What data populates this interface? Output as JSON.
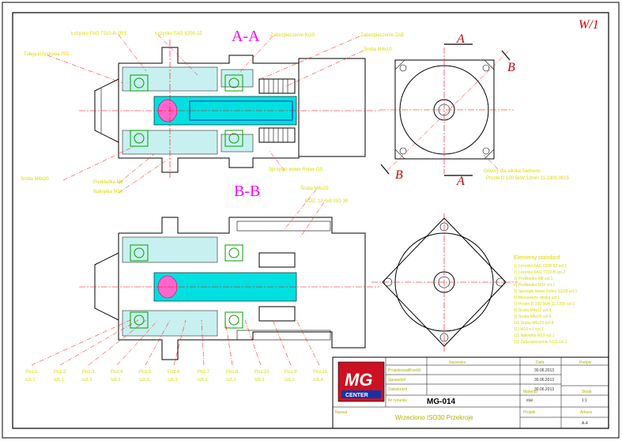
{
  "sheet": {
    "revision_mark": "W/1",
    "section_a": "A-A",
    "section_b": "B-B",
    "cut_mark_a": "A",
    "cut_mark_b": "B"
  },
  "leaders": [
    "Łożysko FAG 7210-B-2RS",
    "Łożysko FAG 6208-2Z",
    "Zabezpieczenie KGS",
    "Zabezpieczenie ZAE",
    "Śruba M4x10",
    "Tuleja łożyskowa ISO",
    "Śruba M6x20",
    "Podkładka M8",
    "Nakrętka M10",
    "Sprzęgło kłowe Rotex GS",
    "Śruba M6x25",
    "ROZ. 12 6x8 ISO 30"
  ],
  "plate_note": "Otwory dla silnika Siemens Proste D 100 5kW 12mm 11.1300.0015",
  "parts_list": {
    "title": "Elementy standard",
    "items": [
      "1) Łożysko FAG 6208 2Z szt.1",
      "2) Łożysko FAG 7210-B szt.2",
      "3) Podkładka M8 szt.1",
      "4) Podkładka M10 szt.1",
      "5) Sprzęgło kłowe Rotex GS28 szt.1",
      "6) Mocowanie silnika szt.1",
      "7) Proste D 100 5kW 11.1300 szt.1",
      "8) Śruba M4x10 szt.4",
      "9) Śruba M6x20 szt.6",
      "10) Śruba M6x25 szt.8",
      "11) M10 x 1 szt.1",
      "12) Nakrętka M10 szt.1",
      "13) Zabezpieczenie KGS szt.1"
    ]
  },
  "pos_labels": [
    {
      "pos": "Poz.1",
      "qty": "szt.1"
    },
    {
      "pos": "Poz.2",
      "qty": "szt.1"
    },
    {
      "pos": "Poz.3",
      "qty": "szt.1"
    },
    {
      "pos": "Poz.4",
      "qty": "szt.1"
    },
    {
      "pos": "Poz.5",
      "qty": "szt.1"
    },
    {
      "pos": "Poz.6",
      "qty": "szt.1"
    },
    {
      "pos": "Poz.7",
      "qty": "szt.1"
    },
    {
      "pos": "Poz.8",
      "qty": "szt.1"
    },
    {
      "pos": "Poz.10",
      "qty": "szt.1"
    },
    {
      "pos": "Poz.9",
      "qty": "szt.1"
    },
    {
      "pos": "Poz.11",
      "qty": "szt.4"
    }
  ],
  "title_block": {
    "logo_top": "MG",
    "logo_bottom": "CENTER",
    "col_name": "Nazwisko",
    "col_date": "Data",
    "col_sign": "Podpis",
    "rows": [
      {
        "label": "Projektował/Kreślił",
        "date": "30.06.2013"
      },
      {
        "label": "Sprawdził",
        "date": "30.06.2013"
      },
      {
        "label": "Zatwierdził",
        "date": "30.06.2013"
      }
    ],
    "nr_rysunku_label": "Nr rysunku",
    "drawing_no": "MG-014",
    "material_label": "Materiał",
    "material_value": "stal",
    "scale_label": "Skala",
    "scale_value": "1:1",
    "name_label": "Nazwa",
    "name_value": "Wrzeciono ISO30 Przekroje",
    "project_label": "Projekt",
    "sheet_label": "Arkusz",
    "sheet_value": "A-4"
  }
}
